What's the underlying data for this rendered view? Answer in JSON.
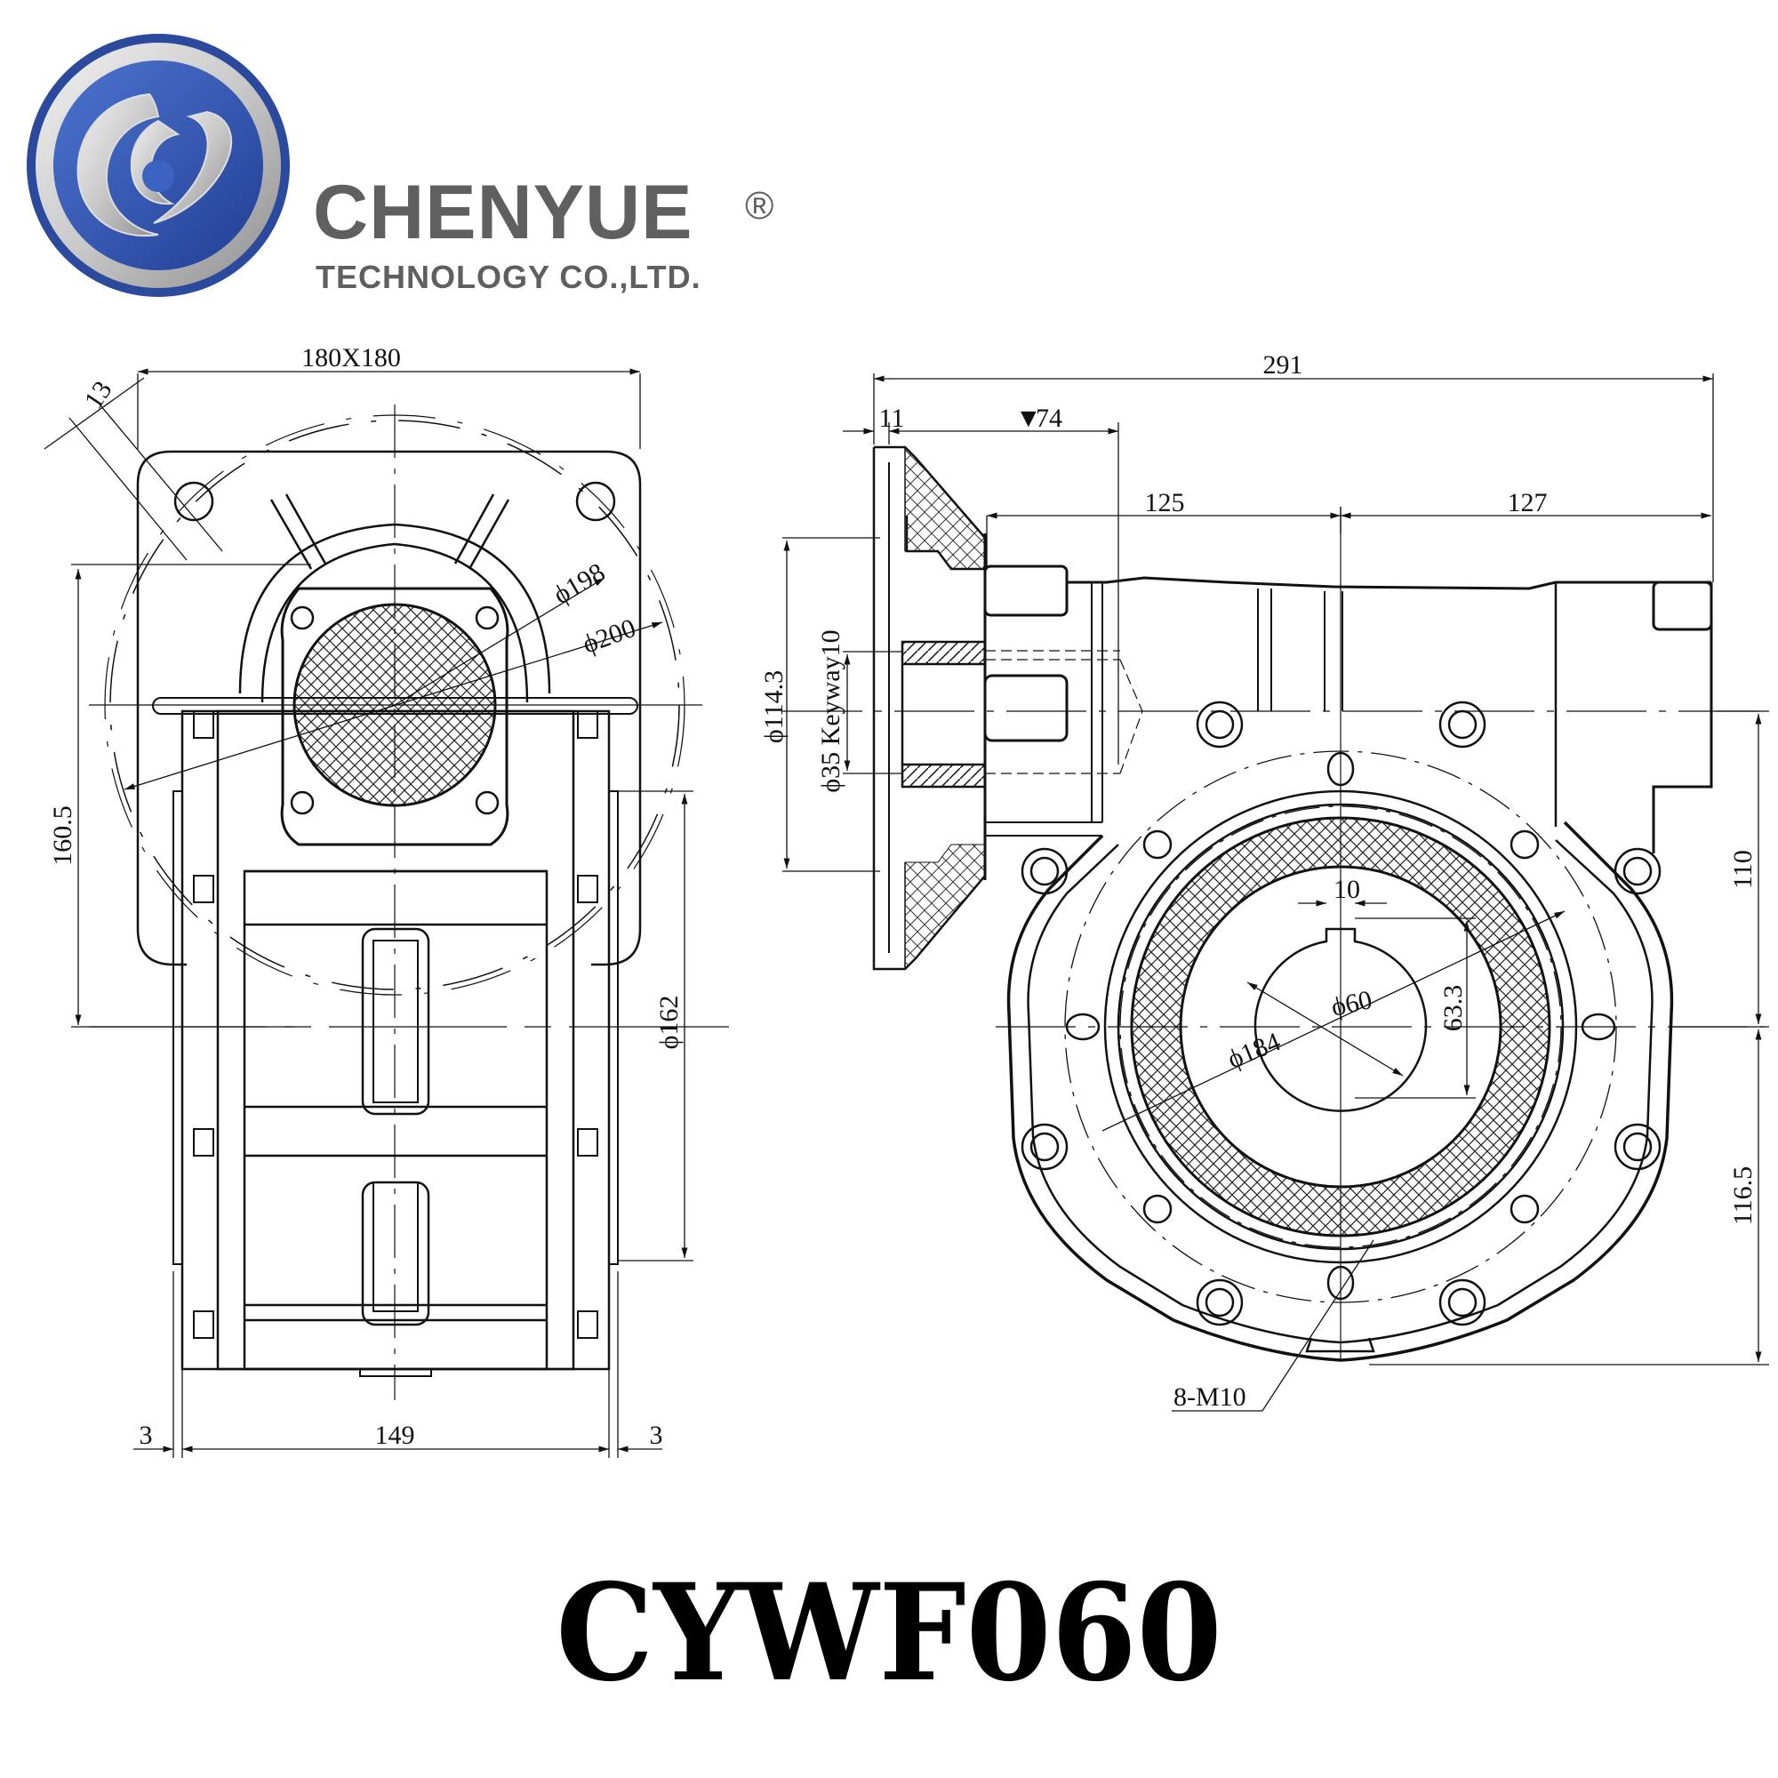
{
  "brand": {
    "name": "CHENYUE",
    "registered_mark": "®",
    "subtitle": "TECHNOLOGY CO.,LTD.",
    "colors": {
      "blue": "#2f56b0",
      "silver": "#c8c8c8",
      "text_gray": "#5f5f5f"
    }
  },
  "model": {
    "title": "CYWF060"
  },
  "left_view": {
    "dimensions": {
      "flange_square": "180X180",
      "bolt_hole_dia": "13",
      "pcd_198": "ϕ198",
      "pcd_200": "ϕ200",
      "height_160_5": "160.5",
      "dia_162": "ϕ162",
      "width_149": "149",
      "left_gap": "3",
      "right_gap": "3"
    }
  },
  "right_view": {
    "dimensions": {
      "overall_length": "291",
      "flange_thickness": "11",
      "bore_depth": "74",
      "center_distance_left": "125",
      "center_distance_right": "127",
      "dia_114_3": "ϕ114.3",
      "input_bore": "ϕ35 Keyway10",
      "key_width": "10",
      "output_bore": "ϕ60",
      "hub_dia": "ϕ184",
      "key_height": "63.3",
      "height_upper": "110",
      "height_lower": "116.5",
      "mount_holes": "8-M10"
    }
  }
}
